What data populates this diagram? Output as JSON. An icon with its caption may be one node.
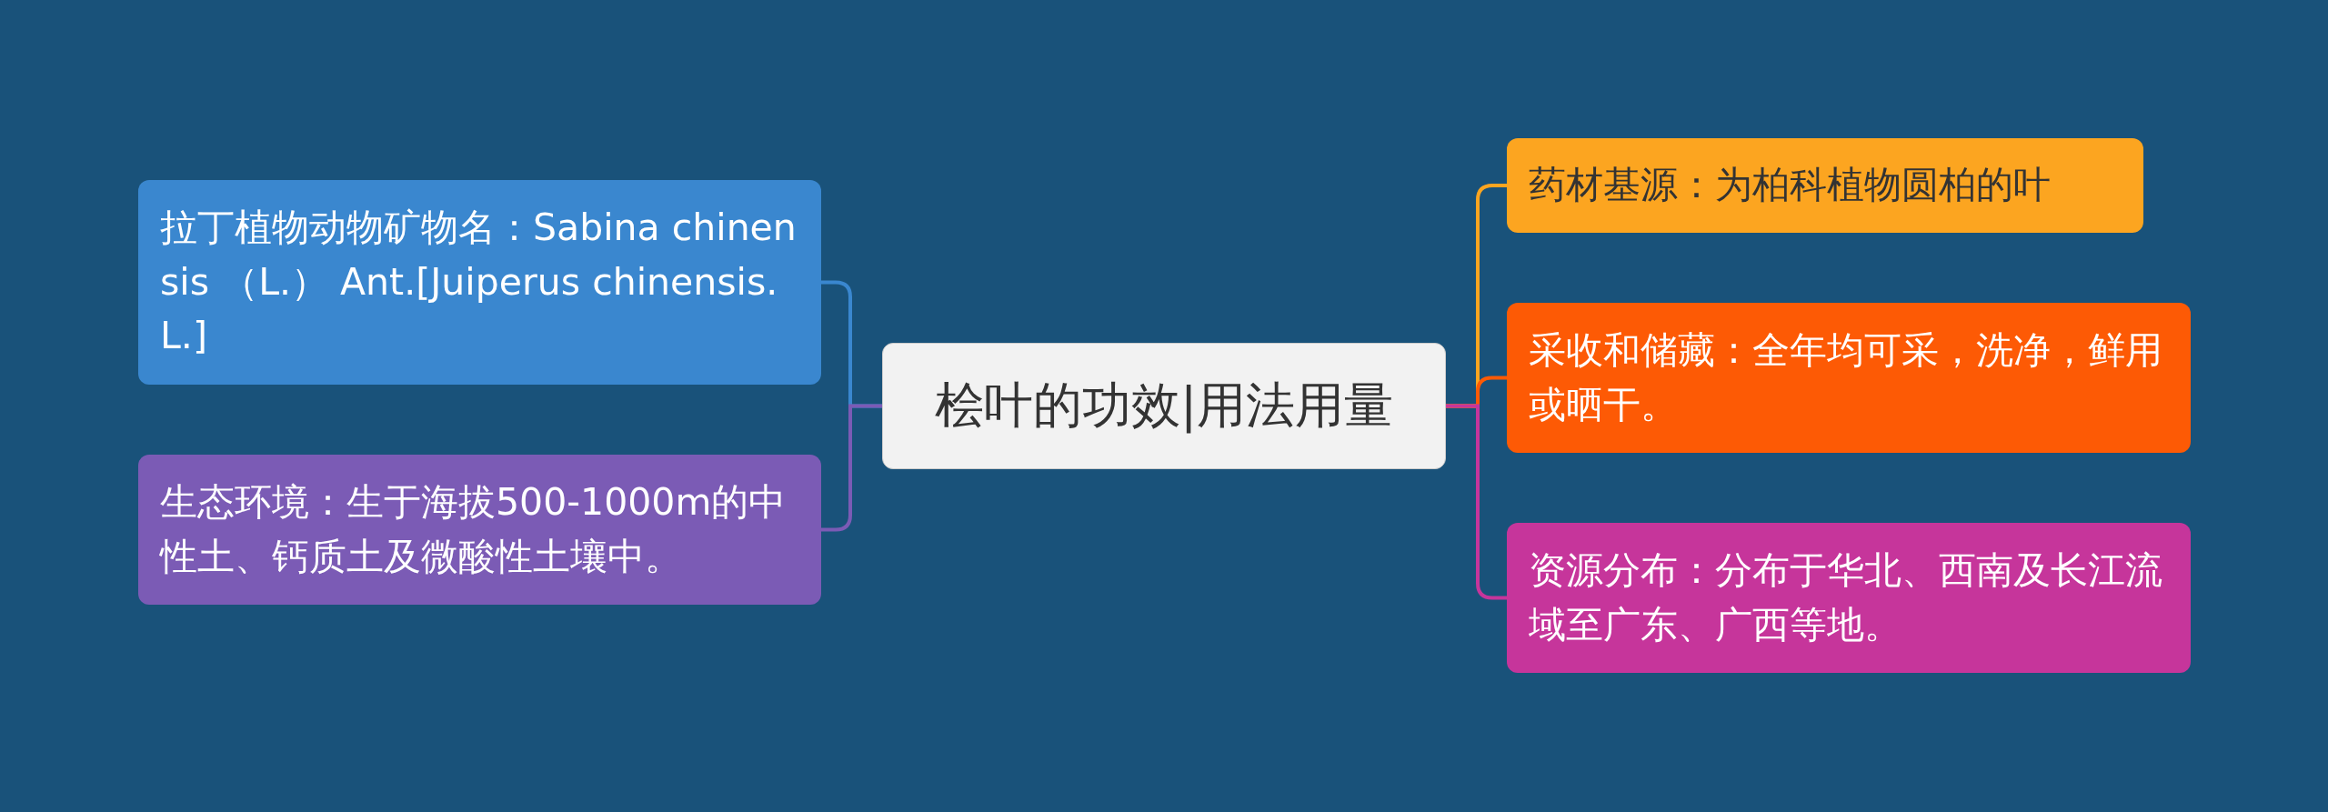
{
  "diagram": {
    "nodes": [
      {
        "text": [
          "桧叶的功效|用法用量"
        ]
      },
      {
        "text": [
          "拉丁植物动物矿物名：Sabina chinensis （L.） Ant.[Juiperus chinensis.L.]"
        ]
      },
      {
        "text": [
          "生态环境：生于海拔500-1000m的中性土、钙质土及微酸性土壤中。"
        ]
      },
      {
        "text": [
          "药材基源：为柏科植物圆柏的叶"
        ]
      },
      {
        "text": [
          "采收和储藏：全年均可采，洗净，鲜用或晒干。"
        ]
      },
      {
        "text": [
          "资源分布：分布于华北、西南及长江流域至广东、广西等地。"
        ]
      }
    ],
    "edges": [
      {
        "from": 0,
        "to": 1,
        "arrow": "none",
        "color": "#3a87cf"
      },
      {
        "from": 0,
        "to": 2,
        "arrow": "none",
        "color": "#7b5bb5"
      },
      {
        "from": 0,
        "to": 3,
        "arrow": "none",
        "color": "#fca520"
      },
      {
        "from": 0,
        "to": 4,
        "arrow": "none",
        "color": "#fd5a05"
      },
      {
        "from": 0,
        "to": 5,
        "arrow": "none",
        "color": "#c6359b"
      }
    ]
  }
}
